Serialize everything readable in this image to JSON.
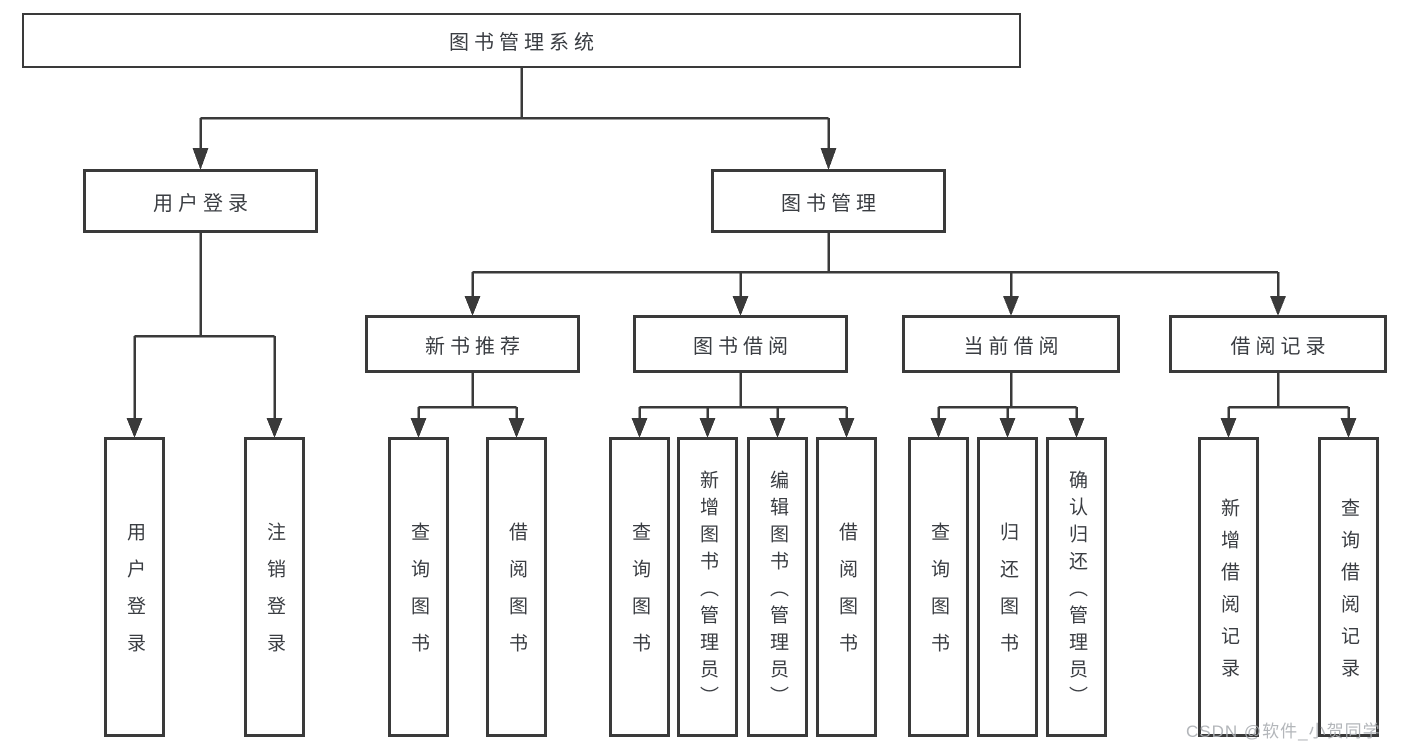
{
  "diagram": {
    "root": {
      "label": "图书管理系统"
    },
    "level1": [
      {
        "id": "user-login",
        "label": "用户登录"
      },
      {
        "id": "book-management",
        "label": "图书管理"
      }
    ],
    "level2": [
      {
        "id": "new-book-recommend",
        "label": "新书推荐",
        "parent": "图书管理"
      },
      {
        "id": "book-borrow",
        "label": "图书借阅",
        "parent": "图书管理"
      },
      {
        "id": "current-borrow",
        "label": "当前借阅",
        "parent": "图书管理"
      },
      {
        "id": "borrow-records",
        "label": "借阅记录",
        "parent": "图书管理"
      }
    ],
    "leaves": [
      {
        "label": "用户登录",
        "parent": "用户登录"
      },
      {
        "label": "注销登录",
        "parent": "用户登录"
      },
      {
        "label": "查询图书",
        "parent": "新书推荐"
      },
      {
        "label": "借阅图书",
        "parent": "新书推荐"
      },
      {
        "label": "查询图书",
        "parent": "图书借阅"
      },
      {
        "label": "新增图书（管理员）",
        "parent": "图书借阅"
      },
      {
        "label": "编辑图书（管理员）",
        "parent": "图书借阅"
      },
      {
        "label": "借阅图书",
        "parent": "图书借阅"
      },
      {
        "label": "查询图书",
        "parent": "当前借阅"
      },
      {
        "label": "归还图书",
        "parent": "当前借阅"
      },
      {
        "label": "确认归还（管理员）",
        "parent": "当前借阅"
      },
      {
        "label": "新增借阅记录",
        "parent": "借阅记录"
      },
      {
        "label": "查询借阅记录",
        "parent": "借阅记录"
      }
    ],
    "colors": {
      "line": "#3a3a3a",
      "text": "#3a3d42",
      "background": "#ffffff",
      "watermark": "#abaeb3"
    },
    "watermark": "CSDN @软件_小贺同学"
  }
}
